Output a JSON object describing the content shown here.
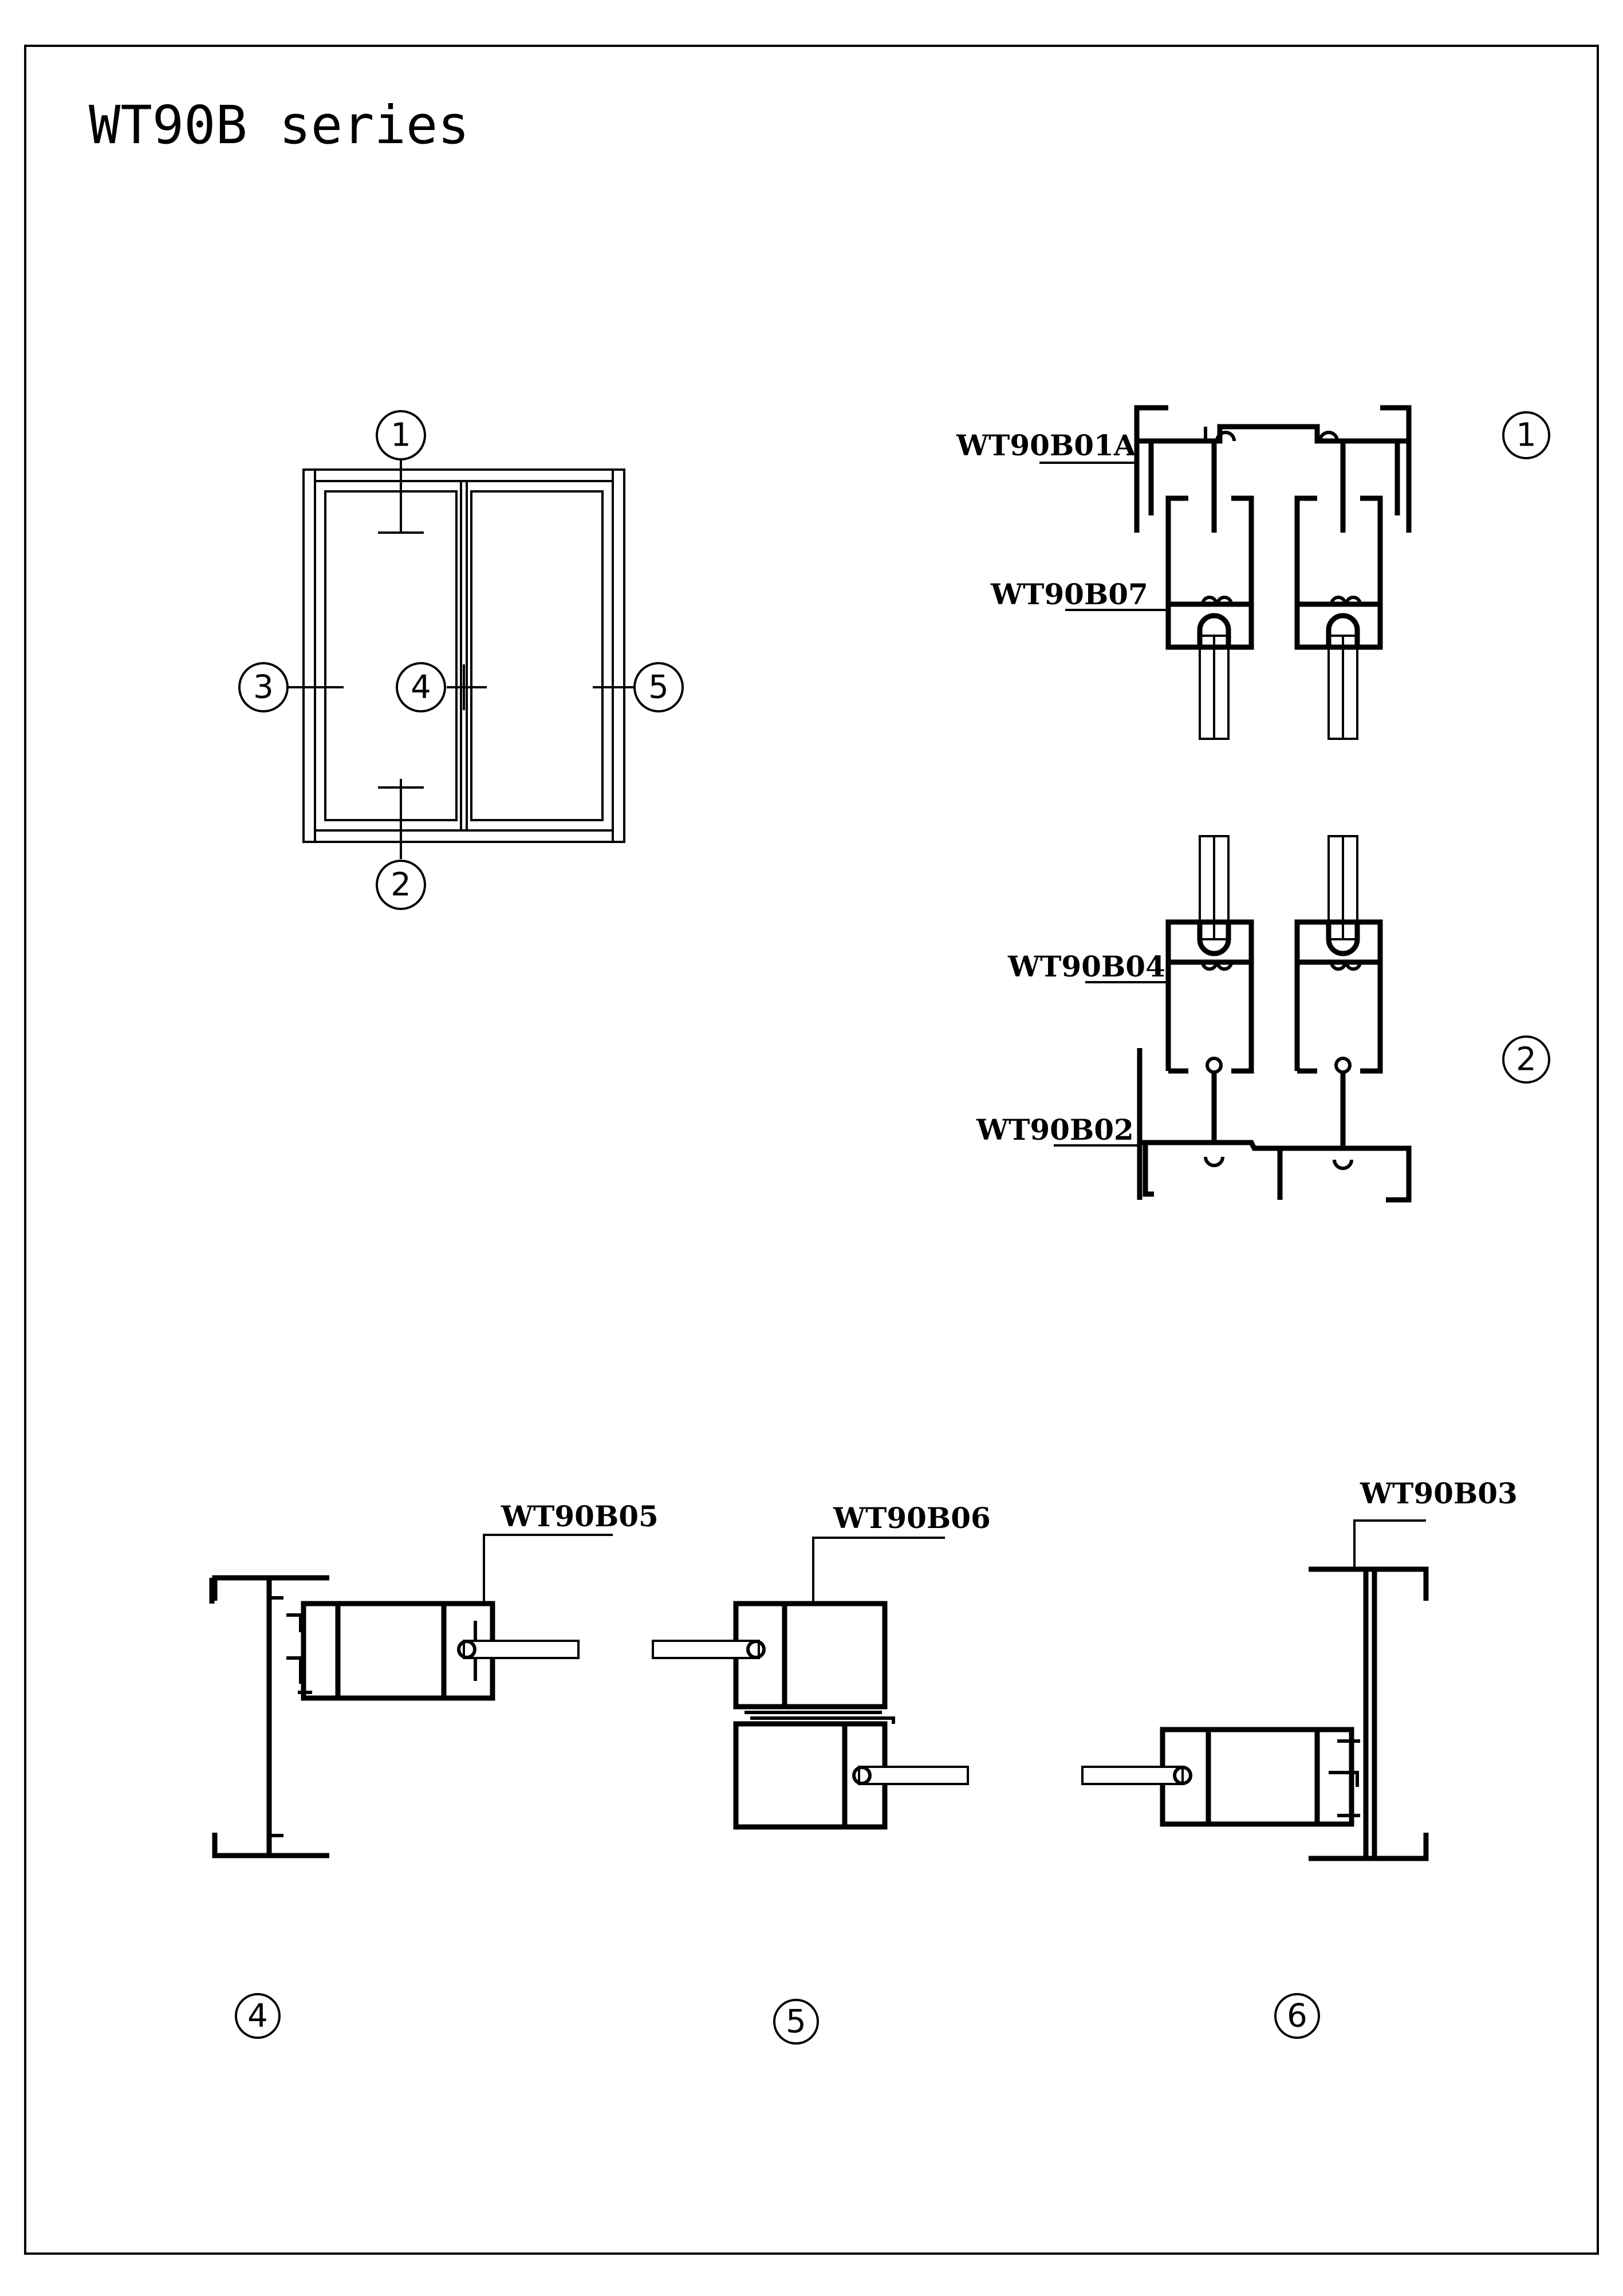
{
  "title": "WT90B series",
  "elevation_callouts": [
    "1",
    "2",
    "3",
    "4",
    "5"
  ],
  "section_numbers": [
    "1",
    "2",
    "4",
    "5",
    "6"
  ],
  "part_labels": {
    "top_frame": "WT90B01A",
    "top_sash": "WT90B07",
    "bottom_sash": "WT90B04",
    "bottom_frame": "WT90B02",
    "side_sash": "WT90B05",
    "interlock": "WT90B06",
    "side_frame": "WT90B03"
  }
}
